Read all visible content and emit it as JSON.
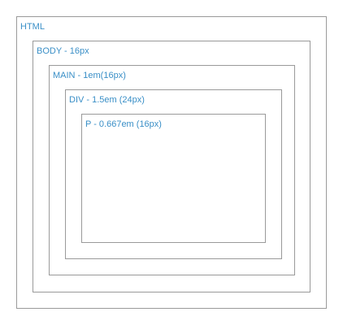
{
  "boxes": [
    {
      "id": "html",
      "label": "HTML"
    },
    {
      "id": "body",
      "label": "BODY - 16px"
    },
    {
      "id": "main",
      "label": "MAIN - 1em(16px)"
    },
    {
      "id": "div",
      "label": "DIV - 1.5em (24px)"
    },
    {
      "id": "p",
      "label": "P - 0.667em (16px)"
    }
  ],
  "colors": {
    "label_text": "#3a8fc7",
    "border": "#9a9a9a",
    "background": "#ffffff"
  }
}
